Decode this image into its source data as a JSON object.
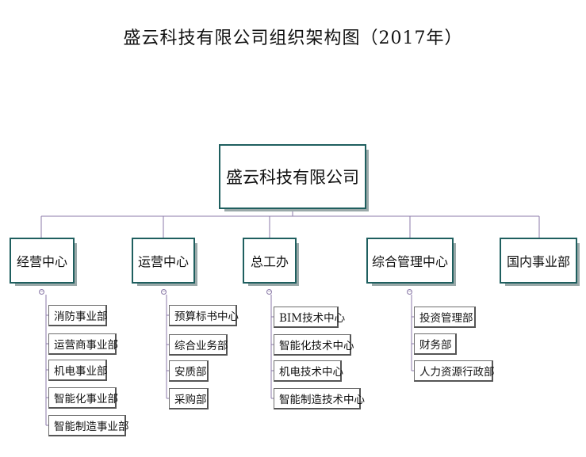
{
  "title": "盛云科技有限公司组织架构图（2017年）",
  "root": "盛云科技有限公司",
  "centers": [
    {
      "name": "经营中心",
      "departments": [
        "消防事业部",
        "运营商事业部",
        "机电事业部",
        "智能化事业部",
        "智能制造事业部"
      ]
    },
    {
      "name": "运营中心",
      "departments": [
        "预算标书中心",
        "综合业务部",
        "安质部",
        "采购部"
      ]
    },
    {
      "name": "总工办",
      "departments": [
        "BIM技术中心",
        "智能化技术中心",
        "机电技术中心",
        "智能制造技术中心"
      ]
    },
    {
      "name": "综合管理中心",
      "departments": [
        "投资管理部",
        "财务部",
        "人力资源行政部"
      ]
    },
    {
      "name": "国内事业部",
      "departments": []
    }
  ],
  "colors": {
    "box_border": "#1f5f5f",
    "connector": "#8b7aa8",
    "leaf_border": "#555555"
  },
  "icons": {
    "collapse": "collapse-minus-icon"
  }
}
